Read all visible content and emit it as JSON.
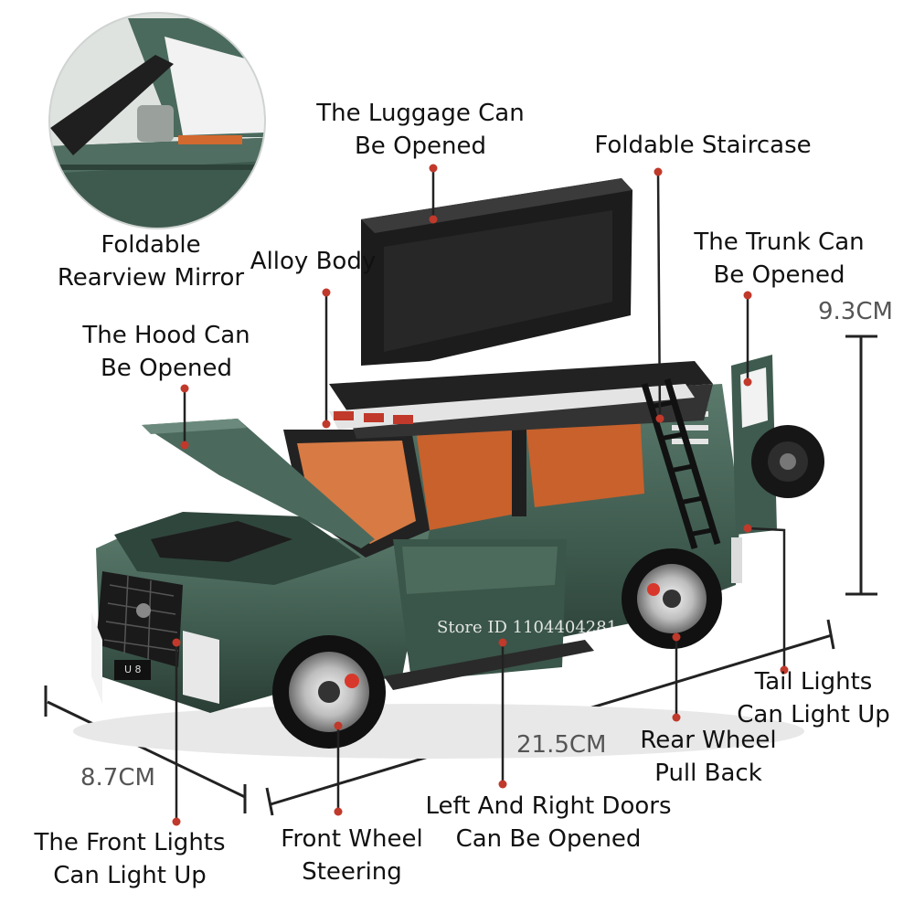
{
  "labels": {
    "rearview_mirror": [
      "Foldable",
      "Rearview Mirror"
    ],
    "luggage": [
      "The Luggage Can",
      "Be Opened"
    ],
    "staircase": [
      "Foldable Staircase"
    ],
    "alloy_body": [
      "Alloy Body"
    ],
    "trunk": [
      "The Trunk Can",
      "Be Opened"
    ],
    "hood": [
      "The Hood Can",
      "Be Opened"
    ],
    "tail_lights": [
      "Tail Lights",
      "Can Light Up"
    ],
    "rear_wheel": [
      "Rear Wheel",
      "Pull Back"
    ],
    "doors": [
      "Left And Right Doors",
      "Can Be Opened"
    ],
    "front_wheel": [
      "Front Wheel",
      "Steering"
    ],
    "front_lights": [
      "The Front Lights",
      "Can Light Up"
    ]
  },
  "dimensions": {
    "height": "9.3CM",
    "length": "21.5CM",
    "width": "8.7CM"
  },
  "watermark": "Store ID 1104404281",
  "plate_text": "U 8",
  "colors": {
    "body": "#3f5b4f",
    "body_dark": "#2c4238",
    "interior": "#c8612c",
    "roof_box": "#1c1c1c",
    "callout_dot": "#c0392b",
    "leader": "#222222"
  }
}
